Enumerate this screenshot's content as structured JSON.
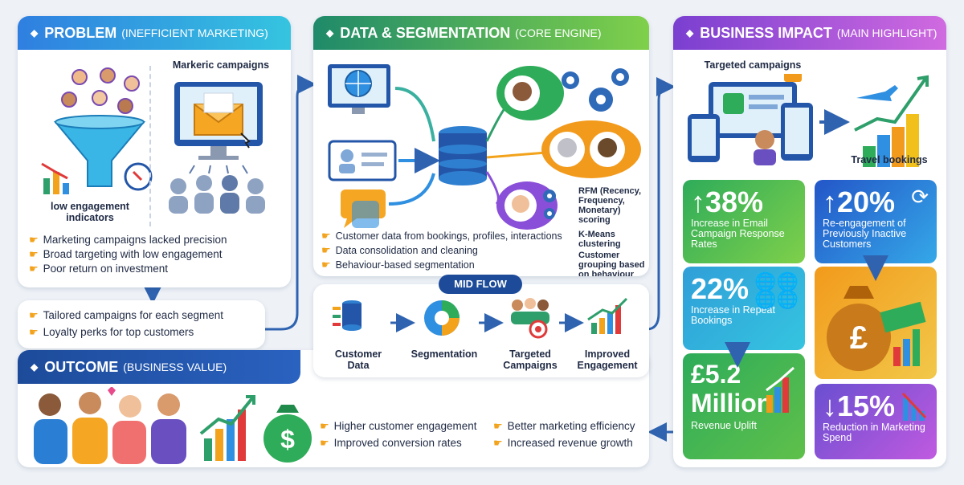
{
  "problem": {
    "title": "PROBLEM",
    "subtitle": "(INEFFICIENT MARKETING)",
    "campaigns_label": "Markeric campaigns",
    "engagement_label": "low engagement indicators",
    "bullets": [
      "Marketing campaigns lacked precision",
      "Broad targeting with low engagement",
      "Poor return on investment"
    ]
  },
  "tailored": {
    "bullets": [
      "Tailored campaigns for each segment",
      "Loyalty perks for top customers"
    ]
  },
  "data_seg": {
    "title": "DATA & SEGMENTATION",
    "subtitle": "(CORE ENGINE)",
    "bullets": [
      "Customer data from bookings, profiles, interactions",
      "Data consolidation and cleaning",
      "Behaviour-based segmentation"
    ],
    "notes": [
      "RFM (Recency, Frequency, Monetary) scoring",
      "K-Means clustering",
      "Customer grouping based on behaviour"
    ]
  },
  "mid_flow": {
    "title": "MID FLOW",
    "steps": [
      "Customer Data",
      "Segmentation",
      "Targeted Campaigns",
      "Improved Engagement"
    ]
  },
  "outcome": {
    "title": "OUTCOME",
    "subtitle": "(BUSINESS VALUE)",
    "bullets_left": [
      "Higher customer engagement",
      "Improved conversion rates"
    ],
    "bullets_right": [
      "Better marketing efficiency",
      "Increased revenue growth"
    ]
  },
  "impact": {
    "title": "BUSINESS IMPACT",
    "subtitle": "(MAIN HIGHLIGHT)",
    "targeted_label": "Targeted campaigns",
    "travel_label": "Travel bookings",
    "tiles": [
      {
        "value": "↑38%",
        "caption": "Increase in Email Campaign Response Rates"
      },
      {
        "value": "↑20%",
        "caption": "Re-engagement of Previously Inactive Customers"
      },
      {
        "value": "22%",
        "caption": "Increase in Repeat Bookings"
      },
      {
        "value": "£5.2 Million",
        "caption": "Revenue Uplift"
      },
      {
        "value": "↓15%",
        "caption": "Reduction in Marketing Spend"
      }
    ]
  },
  "colors": {
    "problem_header": "#2f8fe0",
    "data_header": "#2e9f6a",
    "impact_header": "#8a4fd8",
    "outcome_header": "#2356a8",
    "arrow": "#2f63b0"
  }
}
